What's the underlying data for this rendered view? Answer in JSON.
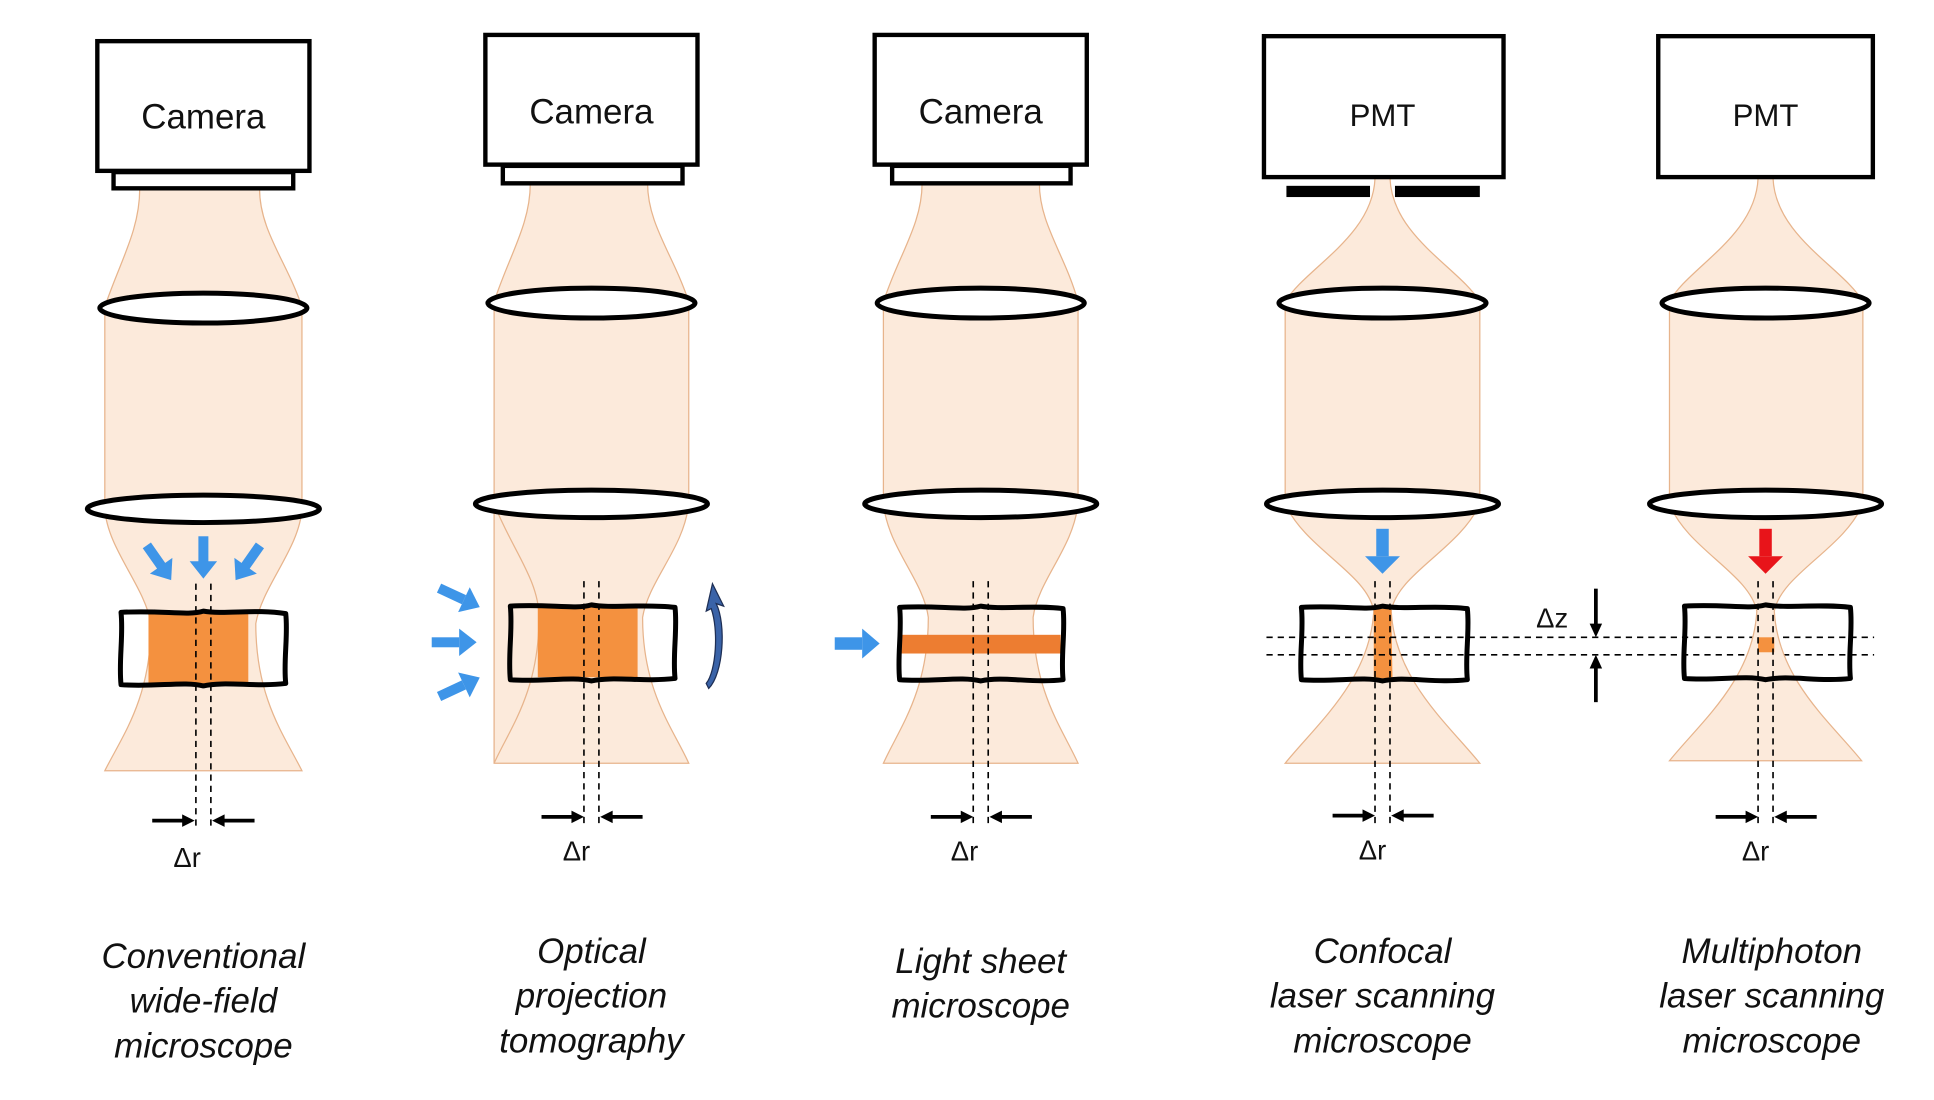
{
  "title": "Comparison of optical microscopy techniques",
  "colors": {
    "beam": "#FCEADB",
    "beam_edge": "#E7B48C",
    "fluorescence": "#F4913F",
    "sheet": "#ED7D31",
    "excitation_blue": "#3E95E8",
    "excitation_red": "#E8141A",
    "rotation": "#3A63A8"
  },
  "panels": [
    {
      "id": "widefield",
      "detector": "Camera",
      "detector_type": "camera",
      "excitation": "wide-field (three converging arrows from above)",
      "excitation_color": "blue",
      "delta_r_label": "Δr",
      "caption": [
        "Conventional",
        "wide-field",
        "microscope"
      ]
    },
    {
      "id": "opt",
      "detector": "Camera",
      "detector_type": "camera",
      "excitation": "side illumination (three arrows from left), sample rotation",
      "excitation_color": "blue",
      "delta_r_label": "Δr",
      "caption": [
        "Optical",
        "projection",
        "tomography"
      ]
    },
    {
      "id": "lightsheet",
      "detector": "Camera",
      "detector_type": "camera",
      "excitation": "light sheet from left",
      "excitation_color": "blue",
      "delta_r_label": "Δr",
      "caption": [
        "Light sheet",
        "microscope"
      ]
    },
    {
      "id": "confocal",
      "detector": "PMT",
      "detector_type": "pmt-with-pinhole",
      "excitation": "focused beam from above",
      "excitation_color": "blue",
      "delta_r_label": "Δr",
      "caption": [
        "Confocal",
        "laser scanning",
        "microscope"
      ]
    },
    {
      "id": "multiphoton",
      "detector": "PMT",
      "detector_type": "pmt",
      "excitation": "focused beam from above",
      "excitation_color": "red",
      "delta_r_label": "Δr",
      "caption": [
        "Multiphoton",
        "laser scanning",
        "microscope"
      ]
    }
  ],
  "delta_z_label": "Δz"
}
